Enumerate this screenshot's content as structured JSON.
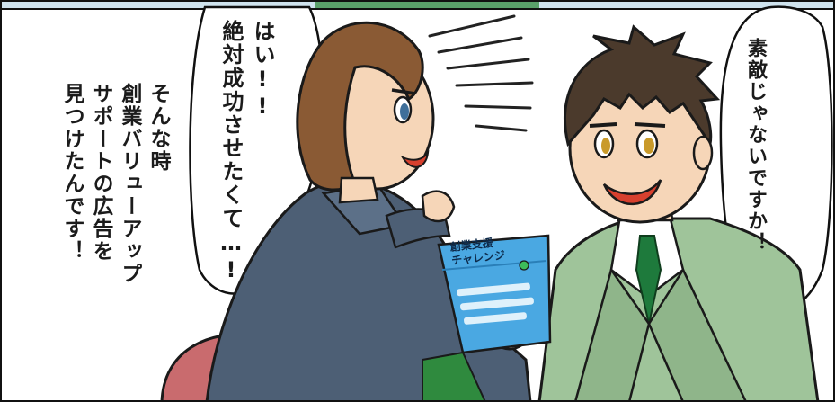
{
  "speech": {
    "man": "素敵じゃないですか！",
    "woman_short": "はい!!",
    "woman_long": "絶対成功させたくて…!",
    "narration": [
      "そんな時",
      "創業バリューアップ",
      "サポートの広告を",
      "見つけたんです！"
    ]
  },
  "flyer": {
    "title_line1": "創業支援",
    "title_line2": "チャレンジ"
  },
  "colors": {
    "suit": "#9fc49a",
    "tie": "#1e7a3c",
    "jacket": "#4d5f75",
    "hair_woman": "#8a5a34",
    "hair_man": "#4b3a2c",
    "flyer": "#4aa8e2",
    "skin": "#f6d6b8"
  }
}
